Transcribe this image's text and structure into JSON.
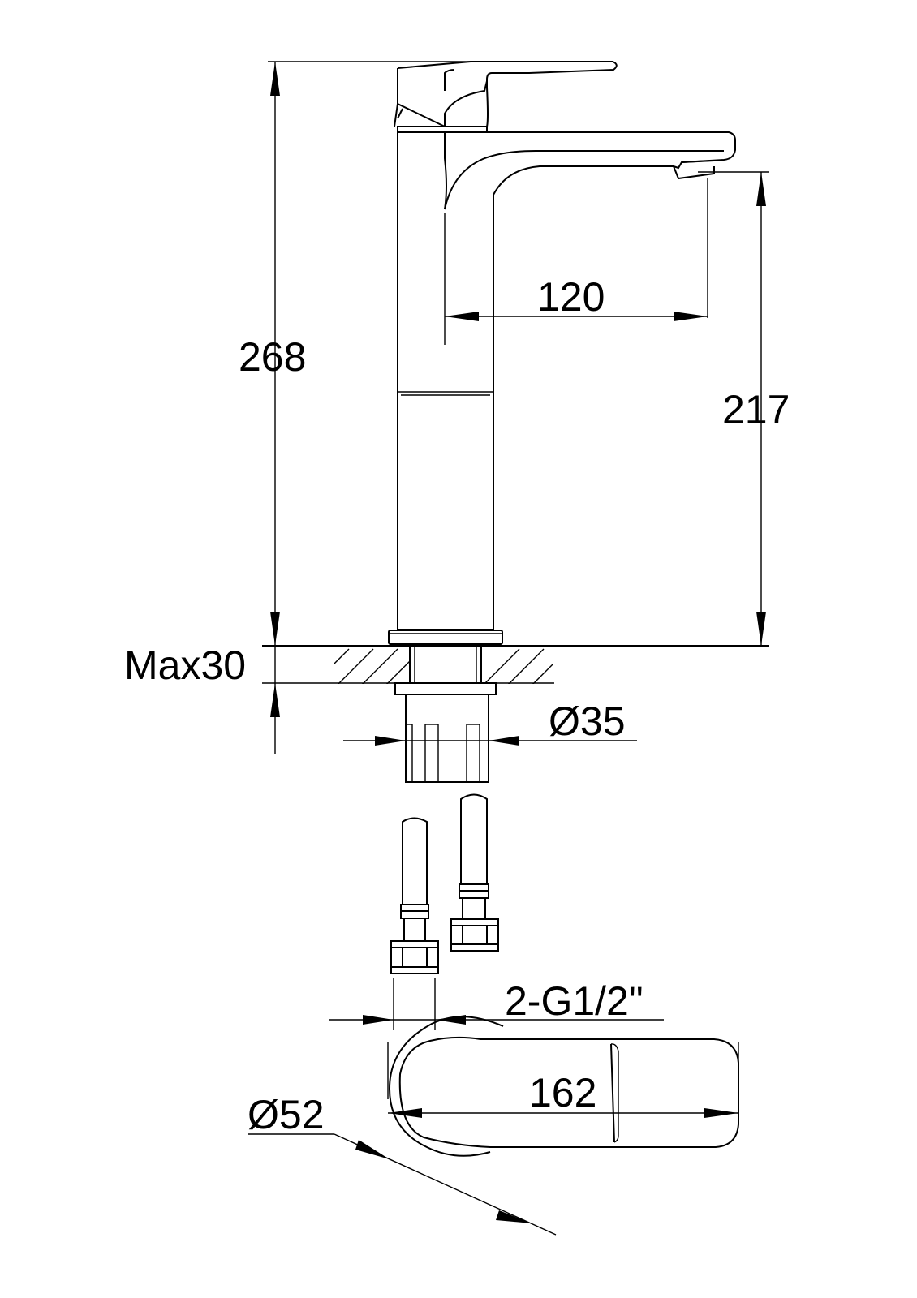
{
  "dimensions": {
    "total_height": "268",
    "spout_height": "217",
    "spout_reach": "120",
    "max_deck": "Max30",
    "shank_diameter": "Ø35",
    "hose_thread": "2-G1/2\"",
    "top_length": "162",
    "base_diameter": "Ø52"
  },
  "colors": {
    "line": "#000000",
    "background": "#ffffff"
  }
}
